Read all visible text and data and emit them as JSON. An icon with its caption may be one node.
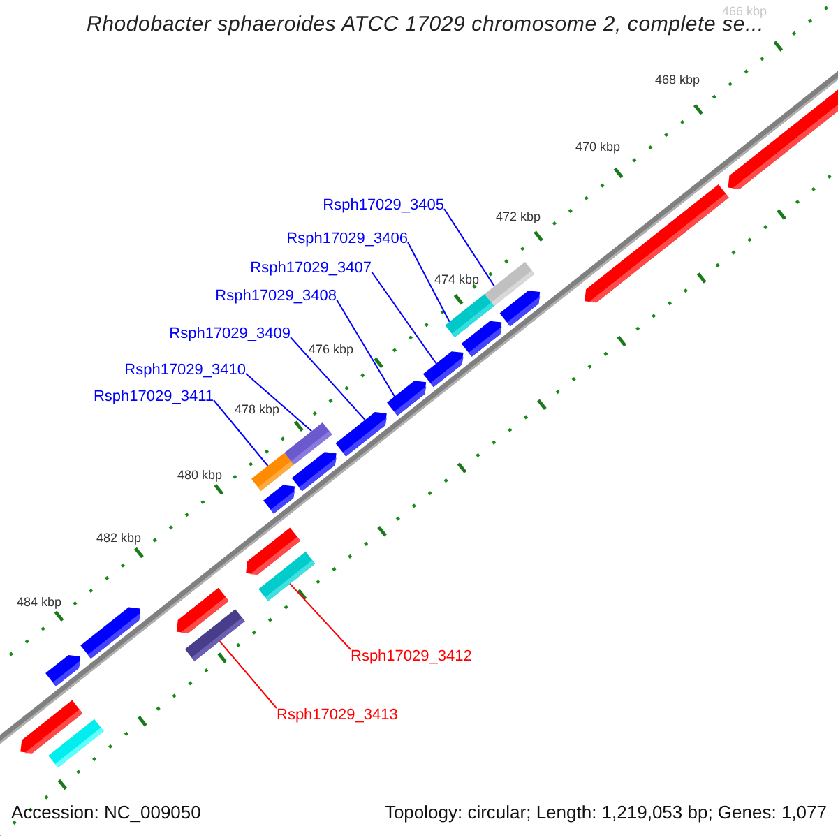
{
  "diagram": {
    "title": "Rhodobacter sphaeroides ATCC 17029 chromosome 2, complete se...",
    "nodes": [
      {
        "text": [
          "Rsph17029_3405"
        ]
      },
      {
        "text": [
          "Rsph17029_3406"
        ]
      },
      {
        "text": [
          "Rsph17029_3407"
        ]
      },
      {
        "text": [
          "Rsph17029_3408"
        ]
      },
      {
        "text": [
          "Rsph17029_3409"
        ]
      },
      {
        "text": [
          "Rsph17029_3410"
        ]
      },
      {
        "text": [
          "Rsph17029_3411"
        ]
      },
      {
        "text": [
          "Rsph17029_3412"
        ]
      },
      {
        "text": [
          "Rsph17029_3413"
        ]
      },
      {
        "text": [],
        "shape": "bar"
      },
      {
        "text": [],
        "shape": "bar"
      },
      {
        "text": [],
        "shape": "pentagon"
      },
      {
        "text": [],
        "shape": "pentagon"
      },
      {
        "text": [],
        "shape": "pentagon"
      },
      {
        "text": [],
        "shape": "pentagon"
      },
      {
        "text": [],
        "shape": "pentagon"
      },
      {
        "text": [],
        "shape": "bar"
      },
      {
        "text": [],
        "shape": "bar"
      },
      {
        "text": [],
        "shape": "pentagon"
      },
      {
        "text": [],
        "shape": "pentagon"
      },
      {
        "text": [],
        "shape": "pentagon"
      },
      {
        "text": [],
        "shape": "pentagon"
      },
      {
        "text": [],
        "shape": "pentagon"
      },
      {
        "text": [],
        "shape": "bar"
      },
      {
        "text": [],
        "shape": "pentagon"
      },
      {
        "text": [],
        "shape": "bar"
      },
      {
        "text": [],
        "shape": "pentagon"
      },
      {
        "text": [],
        "shape": "pentagon"
      },
      {
        "text": [],
        "shape": "pentagon"
      },
      {
        "text": [],
        "shape": "bar"
      }
    ],
    "edges": [
      {
        "from": 0,
        "to": 9,
        "arrow": "none"
      },
      {
        "from": 1,
        "to": 10,
        "arrow": "none"
      },
      {
        "from": 2,
        "to": 13,
        "arrow": "none"
      },
      {
        "from": 3,
        "to": 14,
        "arrow": "none"
      },
      {
        "from": 4,
        "to": 15,
        "arrow": "none"
      },
      {
        "from": 5,
        "to": 16,
        "arrow": "none"
      },
      {
        "from": 6,
        "to": 17,
        "arrow": "none"
      },
      {
        "from": 7,
        "to": 23,
        "arrow": "none",
        "color": "#ff0000"
      },
      {
        "from": 8,
        "to": 25,
        "arrow": "none",
        "color": "#ff0000"
      }
    ],
    "labels": [
      "466 kbp",
      "468 kbp",
      "470 kbp",
      "472 kbp",
      "474 kbp",
      "476 kbp",
      "478 kbp",
      "480 kbp",
      "482 kbp",
      "484 kbp",
      "Accession: NC_009050",
      "Topology: circular; Length: 1,219,053 bp; Genes: 1,077"
    ]
  }
}
